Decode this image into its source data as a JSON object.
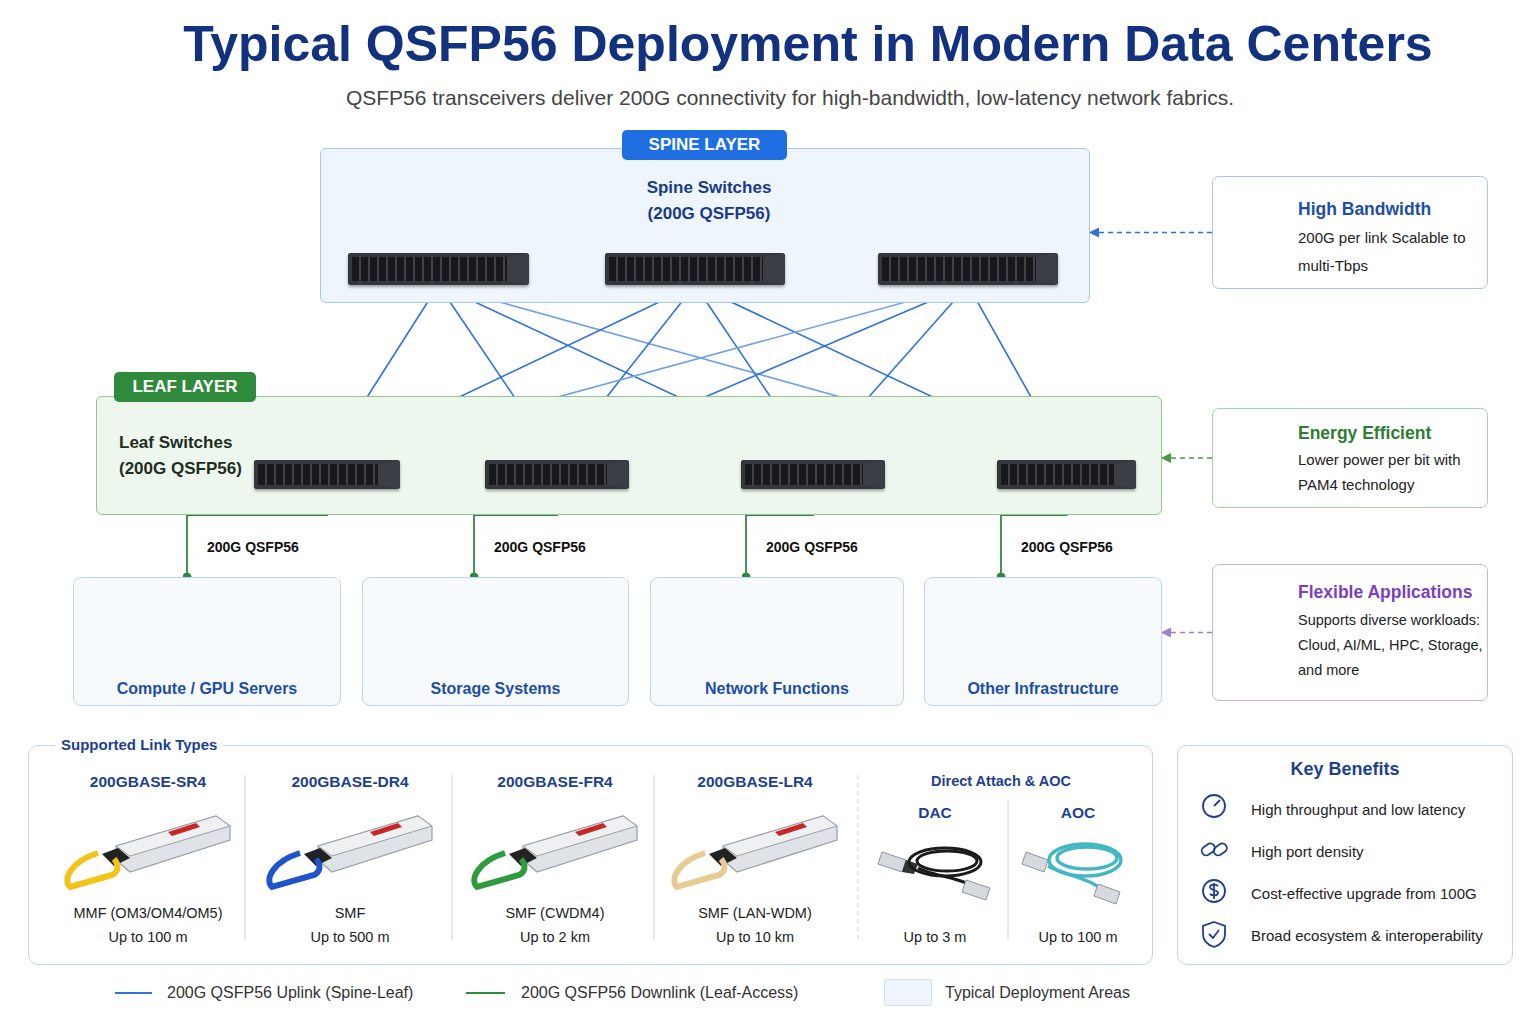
{
  "diagram": {
    "title": "Typical QSFP56 Deployment in Modern Data Centers",
    "caption": "QSFP56 transceivers deliver 200G connectivity for high-bandwidth, low-latency network fabrics.",
    "nodes": [
      {
        "text": [
          "SPINE LAYER",
          "Spine Switches (200G QSFP56)"
        ]
      },
      {
        "text": [],
        "in": 0
      },
      {
        "text": [],
        "in": 0
      },
      {
        "text": [],
        "in": 0
      },
      {
        "text": [
          "LEAF LAYER",
          "Leaf Switches (200G QSFP56)"
        ]
      },
      {
        "text": [],
        "in": 4
      },
      {
        "text": [],
        "in": 4
      },
      {
        "text": [],
        "in": 4
      },
      {
        "text": [],
        "in": 4
      },
      {
        "text": [
          "Compute / GPU Servers"
        ]
      },
      {
        "text": [
          "Storage Systems"
        ]
      },
      {
        "text": [
          "Network Functions"
        ]
      },
      {
        "text": [
          "Other Infrastructure"
        ]
      },
      {
        "text": [
          "High Bandwidth",
          "200G per link Scalable to multi-Tbps"
        ]
      },
      {
        "text": [
          "Energy Efficient",
          "Lower power per bit with PAM4 technology"
        ]
      },
      {
        "text": [
          "Flexible Applications",
          "Supports diverse workloads: Cloud, AI/ML, HPC, Storage, and more"
        ]
      },
      {
        "text": [
          "Supported Link Types"
        ]
      },
      {
        "text": [
          "Key Benefits",
          "High throughput and low latency",
          "High port density",
          "Cost-effective upgrade from 100G",
          "Broad ecosystem & interoperability"
        ]
      }
    ],
    "edges": [
      {
        "from": 1,
        "to": 5,
        "arrow": "none"
      },
      {
        "from": 1,
        "to": 6,
        "arrow": "none"
      },
      {
        "from": 1,
        "to": 7,
        "arrow": "none"
      },
      {
        "from": 1,
        "to": 8,
        "arrow": "none"
      },
      {
        "from": 2,
        "to": 5,
        "arrow": "none"
      },
      {
        "from": 2,
        "to": 6,
        "arrow": "none"
      },
      {
        "from": 2,
        "to": 7,
        "arrow": "none"
      },
      {
        "from": 2,
        "to": 8,
        "arrow": "none"
      },
      {
        "from": 3,
        "to": 5,
        "arrow": "none"
      },
      {
        "from": 3,
        "to": 6,
        "arrow": "none"
      },
      {
        "from": 3,
        "to": 7,
        "arrow": "none"
      },
      {
        "from": 3,
        "to": 8,
        "arrow": "none"
      },
      {
        "from": 5,
        "to": 9,
        "label": "200G QSFP56",
        "arrow": "none"
      },
      {
        "from": 6,
        "to": 10,
        "label": "200G QSFP56",
        "arrow": "none"
      },
      {
        "from": 7,
        "to": 11,
        "label": "200G QSFP56",
        "arrow": "none"
      },
      {
        "from": 8,
        "to": 12,
        "label": "200G QSFP56",
        "arrow": "none"
      },
      {
        "from": 13,
        "to": 0,
        "arrow": "to"
      },
      {
        "from": 14,
        "to": 4,
        "arrow": "to"
      },
      {
        "from": 15,
        "to": 12,
        "arrow": "to"
      }
    ],
    "labels": [
      "200GBASE-SR4",
      "MMF (OM3/OM4/OM5)",
      "Up to 100 m",
      "200GBASE-DR4",
      "SMF",
      "Up to 500 m",
      "200GBASE-FR4",
      "SMF (CWDM4)",
      "Up to 2 km",
      "200GBASE-LR4",
      "SMF (LAN-WDM)",
      "Up to 10 km",
      "Direct Attach & AOC",
      "DAC",
      "AOC",
      "Up to 3 m",
      "Up to 100 m"
    ],
    "legend": [
      {
        "text": "200G QSFP56 Uplink (Spine-Leaf)"
      },
      {
        "text": "200G QSFP56 Downlink (Leaf-Access)"
      },
      {
        "text": "Typical Deployment Areas",
        "color": "#eef5fc"
      }
    ]
  }
}
